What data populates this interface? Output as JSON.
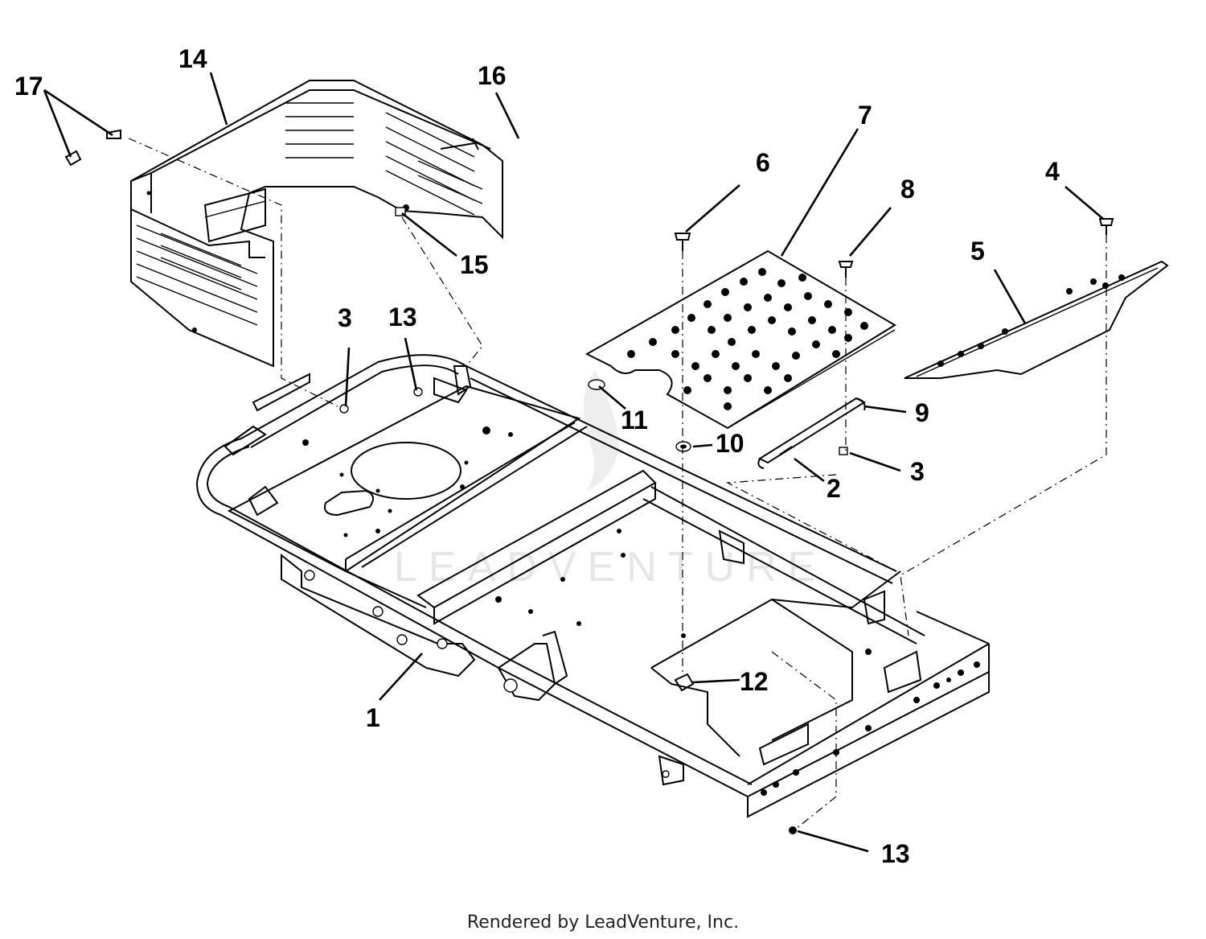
{
  "callouts": [
    {
      "id": "c1",
      "label": "1"
    },
    {
      "id": "c2",
      "label": "2"
    },
    {
      "id": "c3a",
      "label": "3"
    },
    {
      "id": "c3b",
      "label": "3"
    },
    {
      "id": "c4",
      "label": "4"
    },
    {
      "id": "c5",
      "label": "5"
    },
    {
      "id": "c6",
      "label": "6"
    },
    {
      "id": "c7",
      "label": "7"
    },
    {
      "id": "c8",
      "label": "8"
    },
    {
      "id": "c9",
      "label": "9"
    },
    {
      "id": "c10",
      "label": "10"
    },
    {
      "id": "c11",
      "label": "11"
    },
    {
      "id": "c12",
      "label": "12"
    },
    {
      "id": "c13a",
      "label": "13"
    },
    {
      "id": "c13b",
      "label": "13"
    },
    {
      "id": "c14",
      "label": "14"
    },
    {
      "id": "c15",
      "label": "15"
    },
    {
      "id": "c16",
      "label": "16"
    },
    {
      "id": "c17",
      "label": "17"
    }
  ],
  "footer": "Rendered by LeadVenture, Inc.",
  "watermark": "LEADVENTURE"
}
